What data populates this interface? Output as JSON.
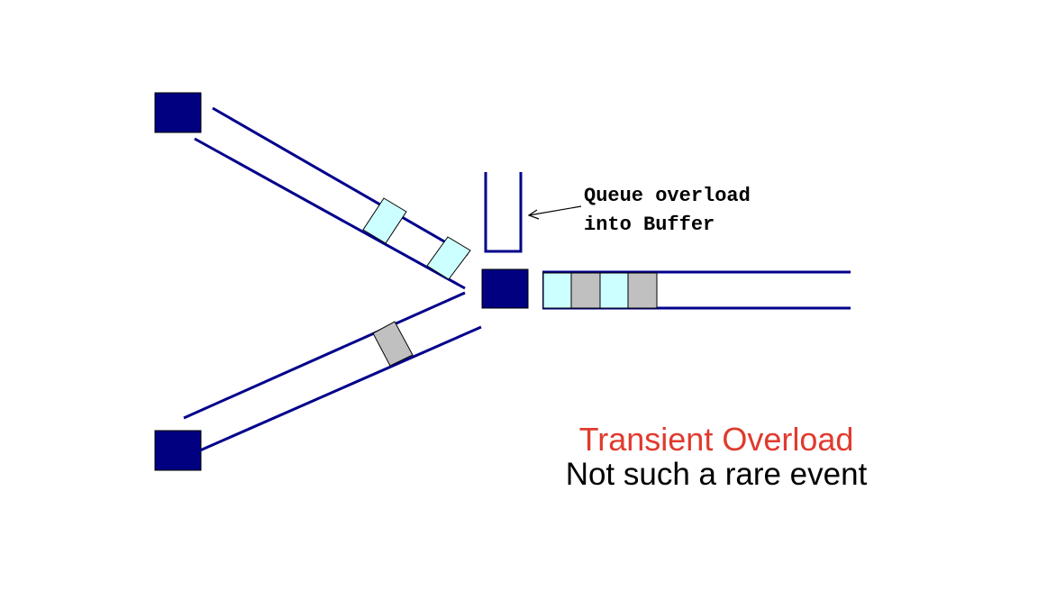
{
  "annotation": {
    "line1": "Queue overload",
    "line2": "into Buffer"
  },
  "caption": {
    "title": "Transient Overload",
    "subtitle": "Not such a rare event"
  },
  "colors": {
    "node": "#000080",
    "link": "#00008b",
    "packet_a": "#ccffff",
    "packet_b": "#c0c0c0",
    "caption_title": "#e03a2e",
    "caption_subtitle": "#000000"
  },
  "queue_packets": [
    "packet_a",
    "packet_b",
    "packet_a",
    "packet_b"
  ]
}
